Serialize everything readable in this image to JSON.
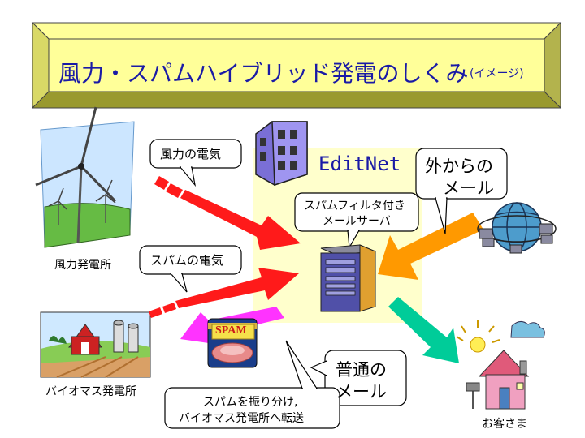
{
  "title": {
    "main": "風力・スパムハイブリッド発電のしくみ",
    "sub": "(イメージ)"
  },
  "server_name": "EditNet",
  "callouts": {
    "wind_power": "風力の電気",
    "spam_power": "スパムの電気",
    "external_mail_1": "外からの",
    "external_mail_2": "メール",
    "filter_server_1": "スパムフィルタ付き",
    "filter_server_2": "メールサーバ",
    "normal_mail_1": "普通の",
    "normal_mail_2": "メール",
    "sort_1": "スパムを振り分け,",
    "sort_2": "バイオマス発電所へ転送"
  },
  "labels": {
    "wind_plant": "風力発電所",
    "biomass_plant": "バイオマス発電所",
    "customer": "お客さま",
    "spam_can": "SPAM"
  },
  "colors": {
    "title_bg": "#ffff99",
    "title_text": "#1a1aa6",
    "server_bg": "#ffffcc",
    "arrow_red": "#ff1a1a",
    "arrow_orange": "#ff9900",
    "arrow_green": "#00cc99",
    "arrow_magenta": "#ff33ff",
    "building": "#7a6fd6"
  }
}
